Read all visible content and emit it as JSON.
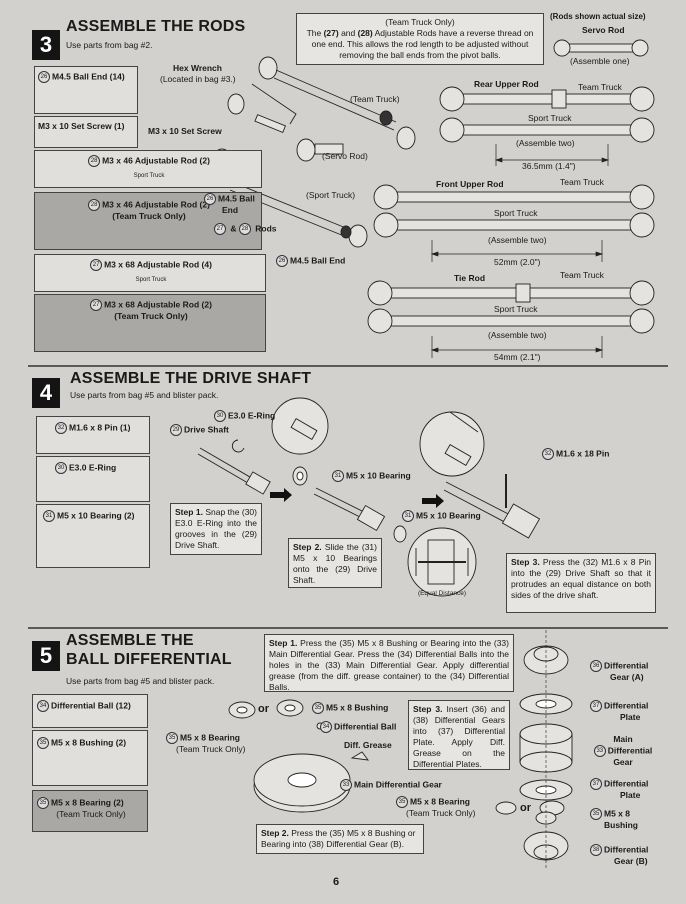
{
  "page_number": "6",
  "step3": {
    "number": "3",
    "title": "ASSEMBLE THE RODS",
    "subtitle": "Use parts from bag #2.",
    "parts": [
      {
        "num": "26",
        "label": "M4.5 Ball End (14)"
      },
      {
        "num": "",
        "label": "M3 x 10 Set Screw (1)"
      },
      {
        "num": "28",
        "label": "M3 x 46 Adjustable Rod (2)",
        "tag": "Sport Truck"
      },
      {
        "num": "28",
        "label": "M3 x 46 Adjustable Rod (2)",
        "label2": "(Team Truck Only)"
      },
      {
        "num": "27",
        "label": "M3 x 68 Adjustable Rod (4)",
        "tag": "Sport Truck"
      },
      {
        "num": "27",
        "label": "M3 x 68 Adjustable Rod (2)",
        "label2": "(Team Truck Only)"
      }
    ],
    "note": {
      "line1": "(Team Truck Only)",
      "text_a": "The ",
      "n27": "(27)",
      "text_b": " and ",
      "n28": "(28)",
      "text_c": " Adjustable Rods have a reverse thread on one end. This allows the rod length to be adjusted without removing the ball ends from the pivot balls."
    },
    "callouts": {
      "hex_wrench": "Hex Wrench",
      "hex_wrench_sub": "(Located in bag #3.)",
      "team_truck": "(Team Truck)",
      "set_screw": "M3 x 10 Set Screw",
      "servo_rod": "(Servo Rod)",
      "sport_truck": "(Sport Truck)",
      "ball_end_a": "M4.5 Ball",
      "ball_end_b": "End",
      "rods_a": "27",
      "rods_amp": "&",
      "rods_b": "28",
      "rods_label": "Rods",
      "ball_end_bottom": "M4.5 Ball End",
      "num26": "26"
    },
    "rods_shown": "(Rods shown actual size)",
    "servo_rod": {
      "title": "Servo Rod",
      "sub": "(Assemble one)"
    },
    "groups": [
      {
        "title": "Rear Upper Rod",
        "team": "Team Truck",
        "sport": "Sport Truck",
        "assemble": "(Assemble two)",
        "dim": "36.5mm (1.4\")"
      },
      {
        "title": "Front Upper Rod",
        "team": "Team Truck",
        "sport": "Sport Truck",
        "assemble": "(Assemble two)",
        "dim": "52mm (2.0\")"
      },
      {
        "title": "Tie Rod",
        "team": "Team Truck",
        "sport": "Sport Truck",
        "assemble": "(Assemble two)",
        "dim": "54mm (2.1\")"
      }
    ]
  },
  "step4": {
    "number": "4",
    "title": "ASSEMBLE THE DRIVE SHAFT",
    "subtitle": "Use parts from bag #5 and blister pack.",
    "parts": [
      {
        "num": "32",
        "label": "M1.6 x 8 Pin (1)"
      },
      {
        "num": "30",
        "label": "E3.0 E-Ring"
      },
      {
        "num": "31",
        "label": "M5 x 10 Bearing (2)"
      }
    ],
    "callouts": {
      "ering": "E3.0 E-Ring",
      "ering_num": "30",
      "drive_shaft": "Drive Shaft",
      "drive_shaft_num": "29",
      "bearing1": "M5 x 10 Bearing",
      "bearing1_num": "31",
      "bearing2": "M5 x 10 Bearing",
      "bearing2_num": "31",
      "pin": "M1.6 x 18 Pin",
      "pin_num": "32",
      "equal_distance": "(Equal Distance)"
    },
    "step1": {
      "label": "Step 1.",
      "text": " Snap the (30) E3.0 E-Ring into the grooves in the (29) Drive Shaft."
    },
    "step2": {
      "label": "Step 2.",
      "text": " Slide the (31) M5 x 10 Bearings onto the (29) Drive Shaft."
    },
    "step3": {
      "label": "Step 3.",
      "text": " Press the (32) M1.6 x 8 Pin into the (29) Drive Shaft so that it protrudes an equal distance on both sides of the drive shaft."
    }
  },
  "step5": {
    "number": "5",
    "title_line1": "ASSEMBLE THE",
    "title_line2": "BALL DIFFERENTIAL",
    "subtitle": "Use parts from bag #5 and blister pack.",
    "parts": [
      {
        "num": "34",
        "label": "Differential Ball (12)"
      },
      {
        "num": "35",
        "label": "M5 x 8 Bushing (2)"
      },
      {
        "num": "35",
        "label": "M5 x 8 Bearing (2)",
        "label2": "(Team Truck Only)"
      }
    ],
    "step1": {
      "label": "Step 1.",
      "text": " Press the (35) M5 x 8 Bushing or Bearing into the (33) Main Differential Gear. Press the (34) Differential Balls into the holes in the (33) Main Differential Gear. Apply differential grease (from the diff. grease container) to the (34) Differential Balls."
    },
    "step2": {
      "label": "Step 2.",
      "text": " Press the (35) M5 x 8 Bushing or Bearing into (38) Differential Gear (B)."
    },
    "step3": {
      "label": "Step 3.",
      "text": " Insert (36) and (38) Differential Gears into (37) Differential Plate. Apply Diff. Grease on the Differential Plates."
    },
    "callouts": {
      "or1": "or",
      "bushing": "M5 x 8 Bushing",
      "bushing_num": "35",
      "diff_ball": "Differential Ball",
      "diff_ball_num": "34",
      "bearing": "M5 x 8 Bearing",
      "bearing_num": "35",
      "bearing_sub": "(Team Truck Only)",
      "diff_grease": "Diff. Grease",
      "main_gear": "Main Differential Gear",
      "main_gear_num": "33",
      "bearing2": "M5 x 8 Bearing",
      "bearing2_num": "35",
      "bearing2_sub": "(Team Truck Only)",
      "or2": "or"
    },
    "right_labels": [
      {
        "num": "36",
        "l1": "Differential",
        "l2": "Gear (A)"
      },
      {
        "num": "37",
        "l1": "Differential",
        "l2": "Plate"
      },
      {
        "num": "33",
        "l1": "Main",
        "l2": "Differential",
        "l3": "Gear"
      },
      {
        "num": "37",
        "l1": "Differential",
        "l2": "Plate"
      },
      {
        "num": "35",
        "l1": "M5 x 8",
        "l2": "Bushing"
      },
      {
        "num": "38",
        "l1": "Differential",
        "l2": "Gear (B)"
      }
    ]
  }
}
